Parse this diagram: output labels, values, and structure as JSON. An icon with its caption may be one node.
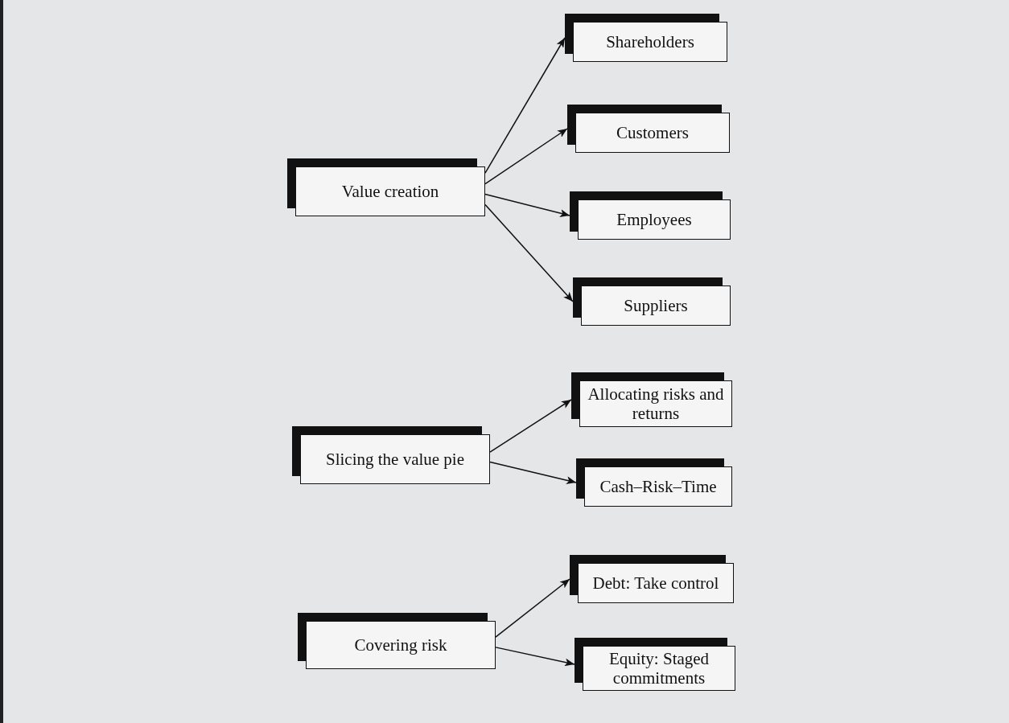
{
  "diagram": {
    "nodes": [
      {
        "text": [
          "Value creation"
        ]
      },
      {
        "text": [
          "Shareholders"
        ]
      },
      {
        "text": [
          "Customers"
        ]
      },
      {
        "text": [
          "Employees"
        ]
      },
      {
        "text": [
          "Suppliers"
        ]
      },
      {
        "text": [
          "Slicing the value pie"
        ]
      },
      {
        "text": [
          "Allocating risks and returns"
        ]
      },
      {
        "text": [
          "Cash–Risk–Time"
        ]
      },
      {
        "text": [
          "Covering risk"
        ]
      },
      {
        "text": [
          "Debt: Take control"
        ]
      },
      {
        "text": [
          "Equity: Staged commitments"
        ]
      }
    ],
    "edges": [
      {
        "from": 0,
        "to": 1,
        "arrow": "to"
      },
      {
        "from": 0,
        "to": 2,
        "arrow": "to"
      },
      {
        "from": 0,
        "to": 3,
        "arrow": "to"
      },
      {
        "from": 0,
        "to": 4,
        "arrow": "to"
      },
      {
        "from": 5,
        "to": 6,
        "arrow": "to"
      },
      {
        "from": 5,
        "to": 7,
        "arrow": "to"
      },
      {
        "from": 8,
        "to": 9,
        "arrow": "to"
      },
      {
        "from": 8,
        "to": 10,
        "arrow": "to"
      }
    ]
  }
}
